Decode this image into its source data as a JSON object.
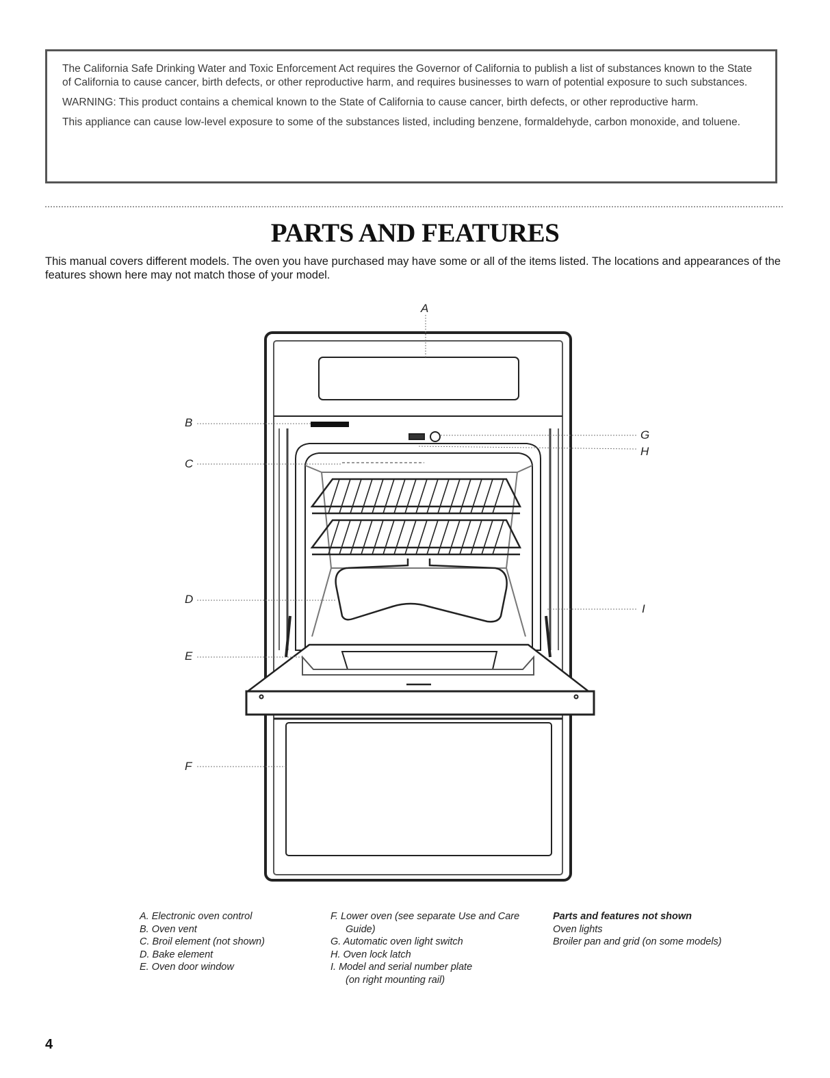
{
  "warning": {
    "p1": "The California Safe Drinking Water and Toxic Enforcement Act requires the Governor of California to publish a list of substances known to the State of California to cause cancer, birth defects, or other reproductive harm, and requires businesses to warn of potential exposure to such substances.",
    "p2": "WARNING: This product contains a chemical known to the State of California to cause cancer, birth defects, or other reproductive harm.",
    "p3": "This appliance can cause low-level exposure to some of the substances listed, including benzene, formaldehyde, carbon monoxide, and toluene."
  },
  "title": "PARTS AND FEATURES",
  "intro": "This manual covers different models. The oven you have purchased may have some or all of the items listed. The locations and appearances of the features shown here may not match those of your model.",
  "callouts": {
    "a": "A",
    "b": "B",
    "c": "C",
    "d": "D",
    "e": "E",
    "f": "F",
    "g": "G",
    "h": "H",
    "i": "I"
  },
  "legend": {
    "col1": [
      "A. Electronic oven control",
      "B. Oven vent",
      "C. Broil element (not shown)",
      "D. Bake element",
      "E. Oven door window"
    ],
    "col2": {
      "f1": "F. Lower oven (see separate Use and Care",
      "f2": "Guide)",
      "g": "G. Automatic oven light switch",
      "h": "H. Oven lock latch",
      "i1": "I. Model and serial number plate",
      "i2": "(on right mounting rail)"
    },
    "col3": {
      "heading": "Parts and features not shown",
      "items": [
        "Oven lights",
        "Broiler pan and grid (on some models)"
      ]
    }
  },
  "page_number": "4"
}
